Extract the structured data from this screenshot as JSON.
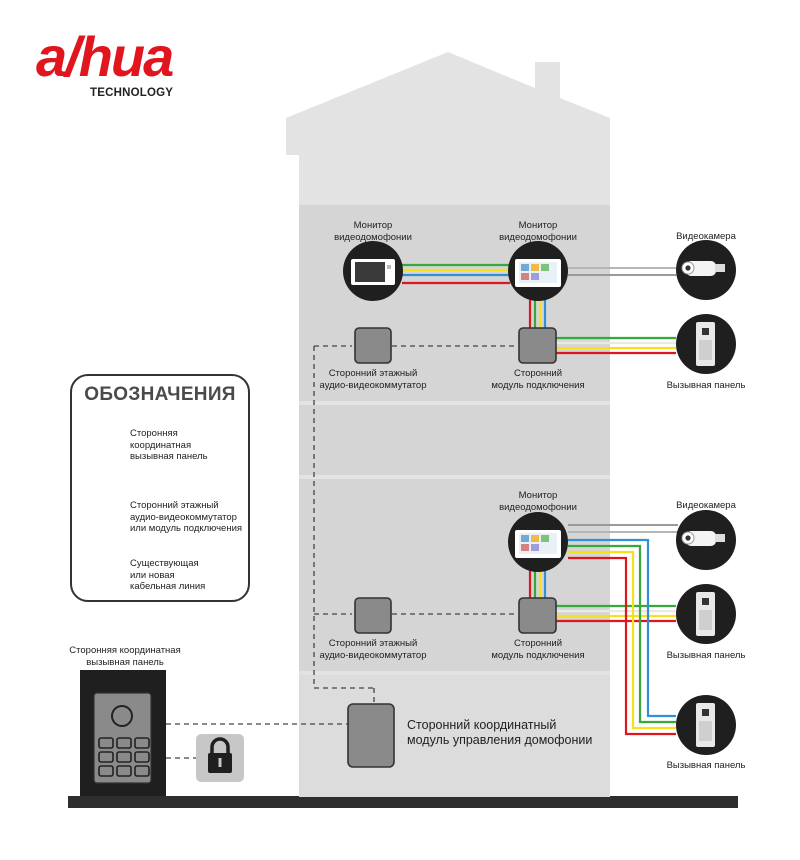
{
  "brand": {
    "logo_text": "a/hua",
    "logo_sub": "TECHNOLOGY"
  },
  "legend": {
    "title": "ОБОЗНАЧЕНИЯ",
    "item_panel": [
      "Сторонняя",
      "координатная",
      "вызывная панель"
    ],
    "item_module": [
      "Сторонний этажный",
      "аудио-видеокоммутатор",
      "или модуль подключения"
    ],
    "item_cable": [
      "Существующая",
      "или новая",
      "кабельная линия"
    ]
  },
  "upper_floor": {
    "monitor_left": [
      "Монитор",
      "видеодомофонии"
    ],
    "monitor_right": [
      "Монитор",
      "видеодомофонии"
    ],
    "camera": "Видеокамера",
    "switch": [
      "Сторонний этажный",
      "аудио-видеокоммутатор"
    ],
    "module": [
      "Сторонний",
      "модуль подключения"
    ],
    "call_panel": "Вызывная панель"
  },
  "lower_floor": {
    "monitor": [
      "Монитор",
      "видеодомофонии"
    ],
    "camera": "Видеокамера",
    "switch": [
      "Сторонний этажный",
      "аудио-видеокоммутатор"
    ],
    "module": [
      "Сторонний",
      "модуль подключения"
    ],
    "call_panel_1": "Вызывная панель",
    "call_panel_2": "Вызывная панель"
  },
  "basement": {
    "control_module": [
      "Сторонний координатный",
      "модуль управления домофонии"
    ]
  },
  "outdoor": {
    "entrance_panel": [
      "Сторонняя координатная",
      "вызывная панель"
    ]
  },
  "colors": {
    "brand_red": "#e0151d",
    "house": "#e3e3e3",
    "floor_band": "#d5d5d5",
    "device_dark": "#1f1f1f",
    "module_gray": "#8a8a8a",
    "wire_red": "#e0161e",
    "wire_yellow": "#f3e21c",
    "wire_green": "#37a93b",
    "wire_blue": "#2f8fd8",
    "wire_gray": "#b5b5b5",
    "ground": "#2e2e2e"
  }
}
